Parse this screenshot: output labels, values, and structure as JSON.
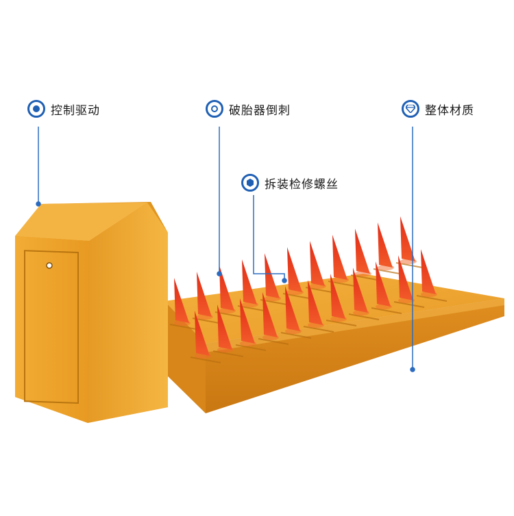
{
  "callouts": [
    {
      "id": "control-drive",
      "label": "控制驱动",
      "icon": "circle-dot-icon"
    },
    {
      "id": "tire-breaker",
      "label": "破胎器倒刺",
      "icon": "spiral-icon"
    },
    {
      "id": "screw",
      "label": "拆装检修螺丝",
      "icon": "hex-nut-icon"
    },
    {
      "id": "material",
      "label": "整体材质",
      "icon": "diamond-icon"
    }
  ],
  "colors": {
    "accent": "#1e5fb4",
    "body_orange": "#f0a830",
    "body_dark": "#d98b1a",
    "spike_red": "#e8351f",
    "leader": "#2a6bc0"
  }
}
